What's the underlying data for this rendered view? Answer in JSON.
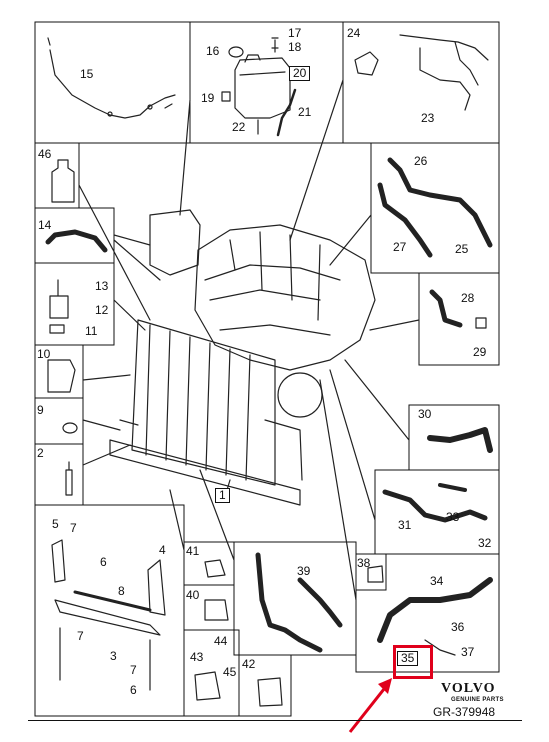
{
  "callouts": {
    "c1": "1",
    "c2": "2",
    "c3": "3",
    "c4": "4",
    "c5": "5",
    "c6a": "6",
    "c6b": "6",
    "c7a": "7",
    "c7b": "7",
    "c7c": "7",
    "c8": "8",
    "c9": "9",
    "c10": "10",
    "c11": "11",
    "c12": "12",
    "c13": "13",
    "c14": "14",
    "c15": "15",
    "c16": "16",
    "c17": "17",
    "c18": "18",
    "c19": "19",
    "c20": "20",
    "c21": "21",
    "c22": "22",
    "c23": "23",
    "c24": "24",
    "c25": "25",
    "c26": "26",
    "c27": "27",
    "c28": "28",
    "c29": "29",
    "c30": "30",
    "c31": "31",
    "c32": "32",
    "c33": "33",
    "c34": "34",
    "c35": "35",
    "c36": "36",
    "c37": "37",
    "c38": "38",
    "c39": "39",
    "c40": "40",
    "c41": "41",
    "c42": "42",
    "c43": "43",
    "c44": "44",
    "c45": "45",
    "c46": "46"
  },
  "brand": {
    "logo": "VOLVO",
    "tagline": "GENUINE PARTS",
    "reference": "GR-379948"
  },
  "highlight": {
    "callout": "35",
    "color": "#e0001b"
  }
}
